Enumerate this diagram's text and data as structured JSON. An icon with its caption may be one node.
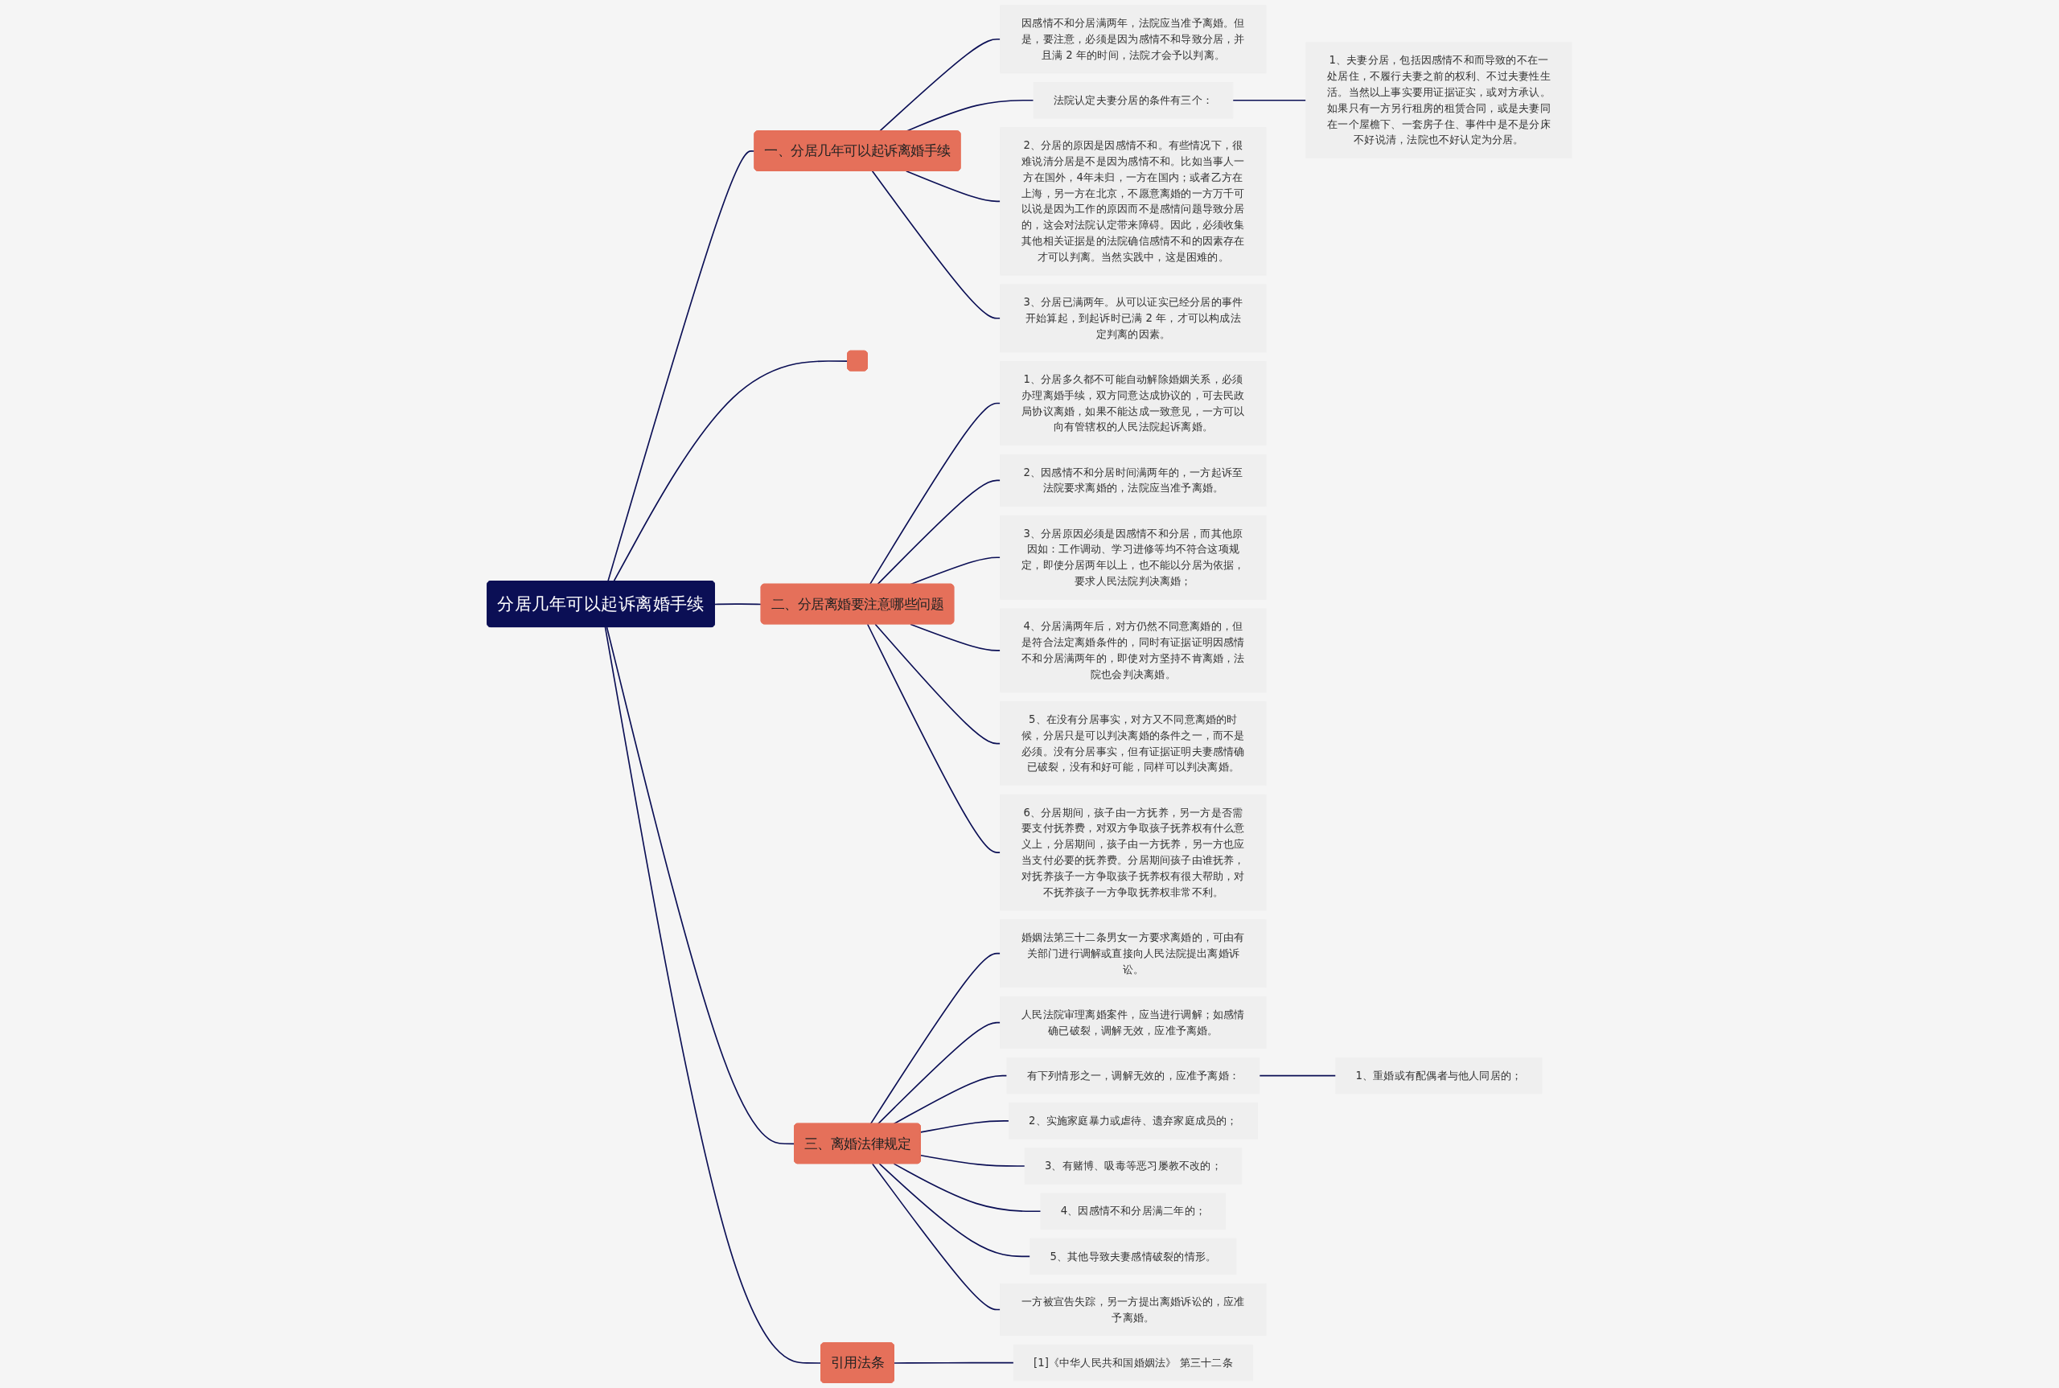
{
  "diagram": {
    "nodes": [
      {
        "text": [
          "分居几年可以起诉离婚手续"
        ]
      },
      {
        "text": [
          "一、分居几年可以起诉离婚手续"
        ]
      },
      {
        "text": [
          "因感情不和分居满两年，法院应当准予离婚。但是，要注意，必须是因为感情不和导致分居，并且满 2 年的时间，法院才会予以判离。"
        ]
      },
      {
        "text": [
          "法院认定夫妻分居的条件有三个："
        ]
      },
      {
        "text": [
          "1、夫妻分居，包括因感情不和而导致的不在一处居住，不履行夫妻之前的权利、不过夫妻性生活。当然以上事实要用证据证实，或对方承认。如果只有一方另行租房的租赁合同，或是夫妻同在一个屋檐下、一套房子住、事件中是不是分床不好说清，法院也不好认定为分居。"
        ]
      },
      {
        "text": [
          "2、分居的原因是因感情不和。有些情况下，很难说清分居是不是因为感情不和。比如当事人一方在国外，4年未归，一方在国内；或者乙方在上海，另一方在北京，不愿意离婚的一方万千可以说是因为工作的原因而不是感情问题导致分居的，这会对法院认定带来障碍。因此，必须收集其他相关证据是的法院确信感情不和的因素存在才可以判离。当然实践中，这是困难的。"
        ]
      },
      {
        "text": [
          "3、分居已满两年。从可以证实已经分居的事件开始算起，到起诉时已满 2 年，才可以构成法定判离的因素。"
        ]
      },
      {
        "text": [],
        "shape": "box"
      },
      {
        "text": [
          "二、分居离婚要注意哪些问题"
        ]
      },
      {
        "text": [
          "1、分居多久都不可能自动解除婚姻关系，必须办理离婚手续，双方同意达成协议的，可去民政局协议离婚，如果不能达成一致意见，一方可以向有管辖权的人民法院起诉离婚。"
        ]
      },
      {
        "text": [
          "2、因感情不和分居时间满两年的，一方起诉至法院要求离婚的，法院应当准予离婚。"
        ]
      },
      {
        "text": [
          "3、分居原因必须是因感情不和分居，而其他原因如：工作调动、学习进修等均不符合这项规定，即使分居两年以上，也不能以分居为依据，要求人民法院判决离婚；"
        ]
      },
      {
        "text": [
          "4、分居满两年后，对方仍然不同意离婚的，但是符合法定离婚条件的，同时有证据证明因感情不和分居满两年的，即使对方坚持不肯离婚，法院也会判决离婚。"
        ]
      },
      {
        "text": [
          "5、在没有分居事实，对方又不同意离婚的时候，分居只是可以判决离婚的条件之一，而不是必须。没有分居事实，但有证据证明夫妻感情确已破裂，没有和好可能，同样可以判决离婚。"
        ]
      },
      {
        "text": [
          "6、分居期间，孩子由一方抚养，另一方是否需要支付抚养费，对双方争取孩子抚养权有什么意义上，分居期间，孩子由一方抚养，另一方也应当支付必要的抚养费。分居期间孩子由谁抚养，对抚养孩子一方争取孩子抚养权有很大帮助，对不抚养孩子一方争取抚养权非常不利。"
        ]
      },
      {
        "text": [
          "三、离婚法律规定"
        ]
      },
      {
        "text": [
          "婚姻法第三十二条男女一方要求离婚的，可由有关部门进行调解或直接向人民法院提出离婚诉讼。"
        ]
      },
      {
        "text": [
          "人民法院审理离婚案件，应当进行调解；如感情确已破裂，调解无效，应准予离婚。"
        ]
      },
      {
        "text": [
          "有下列情形之一，调解无效的，应准予离婚："
        ]
      },
      {
        "text": [
          "1、重婚或有配偶者与他人同居的；"
        ]
      },
      {
        "text": [
          "2、实施家庭暴力或虐待、遗弃家庭成员的；"
        ]
      },
      {
        "text": [
          "3、有赌博、吸毒等恶习屡教不改的；"
        ]
      },
      {
        "text": [
          "4、因感情不和分居满二年的；"
        ]
      },
      {
        "text": [
          "5、其他导致夫妻感情破裂的情形。"
        ]
      },
      {
        "text": [
          "一方被宣告失踪，另一方提出离婚诉讼的，应准予离婚。"
        ]
      },
      {
        "text": [
          "引用法条"
        ]
      },
      {
        "text": [
          "[1]《中华人民共和国婚姻法》 第三十二条"
        ]
      }
    ],
    "edges": [
      {
        "from": 0,
        "to": 1,
        "arrow": "none"
      },
      {
        "from": 1,
        "to": 2,
        "arrow": "none"
      },
      {
        "from": 1,
        "to": 3,
        "arrow": "none"
      },
      {
        "from": 3,
        "to": 4,
        "arrow": "none"
      },
      {
        "from": 1,
        "to": 5,
        "arrow": "none"
      },
      {
        "from": 1,
        "to": 6,
        "arrow": "none"
      },
      {
        "from": 0,
        "to": 7,
        "arrow": "none"
      },
      {
        "from": 0,
        "to": 8,
        "arrow": "none"
      },
      {
        "from": 8,
        "to": 9,
        "arrow": "none"
      },
      {
        "from": 8,
        "to": 10,
        "arrow": "none"
      },
      {
        "from": 8,
        "to": 11,
        "arrow": "none"
      },
      {
        "from": 8,
        "to": 12,
        "arrow": "none"
      },
      {
        "from": 8,
        "to": 13,
        "arrow": "none"
      },
      {
        "from": 8,
        "to": 14,
        "arrow": "none"
      },
      {
        "from": 0,
        "to": 15,
        "arrow": "none"
      },
      {
        "from": 15,
        "to": 16,
        "arrow": "none"
      },
      {
        "from": 15,
        "to": 17,
        "arrow": "none"
      },
      {
        "from": 15,
        "to": 18,
        "arrow": "none"
      },
      {
        "from": 18,
        "to": 19,
        "arrow": "none"
      },
      {
        "from": 15,
        "to": 20,
        "arrow": "none"
      },
      {
        "from": 15,
        "to": 21,
        "arrow": "none"
      },
      {
        "from": 15,
        "to": 22,
        "arrow": "none"
      },
      {
        "from": 15,
        "to": 23,
        "arrow": "none"
      },
      {
        "from": 15,
        "to": 24,
        "arrow": "none"
      },
      {
        "from": 0,
        "to": 25,
        "arrow": "none"
      },
      {
        "from": 25,
        "to": 26,
        "arrow": "none"
      }
    ]
  }
}
